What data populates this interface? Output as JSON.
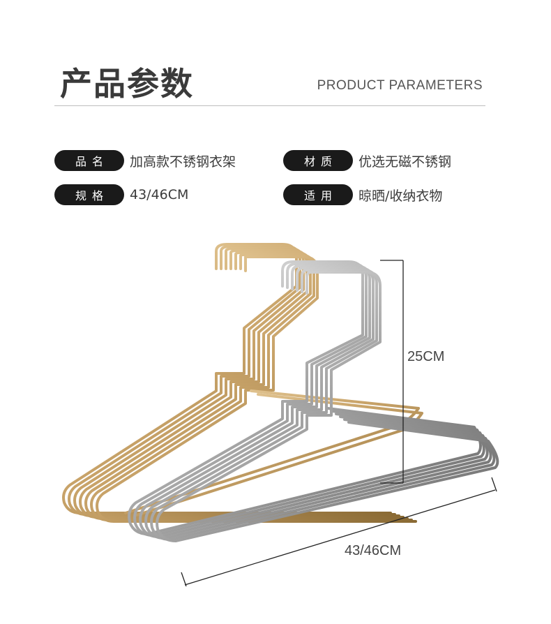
{
  "header": {
    "title_cn": "产品参数",
    "title_en": "PRODUCT PARAMETERS"
  },
  "params": [
    {
      "label": "品名",
      "value": "加高款不锈钢衣架"
    },
    {
      "label": "材质",
      "value": "优选无磁不锈钢"
    },
    {
      "label": "规格",
      "value": "43/46CM"
    },
    {
      "label": "适用",
      "value": "晾晒/收纳衣物"
    }
  ],
  "dimensions": {
    "height": "25CM",
    "width": "43/46CM"
  },
  "colors": {
    "pill_bg": "#1a1a1a",
    "gold": "#c9a46a",
    "silver": "#b9b9b9"
  }
}
